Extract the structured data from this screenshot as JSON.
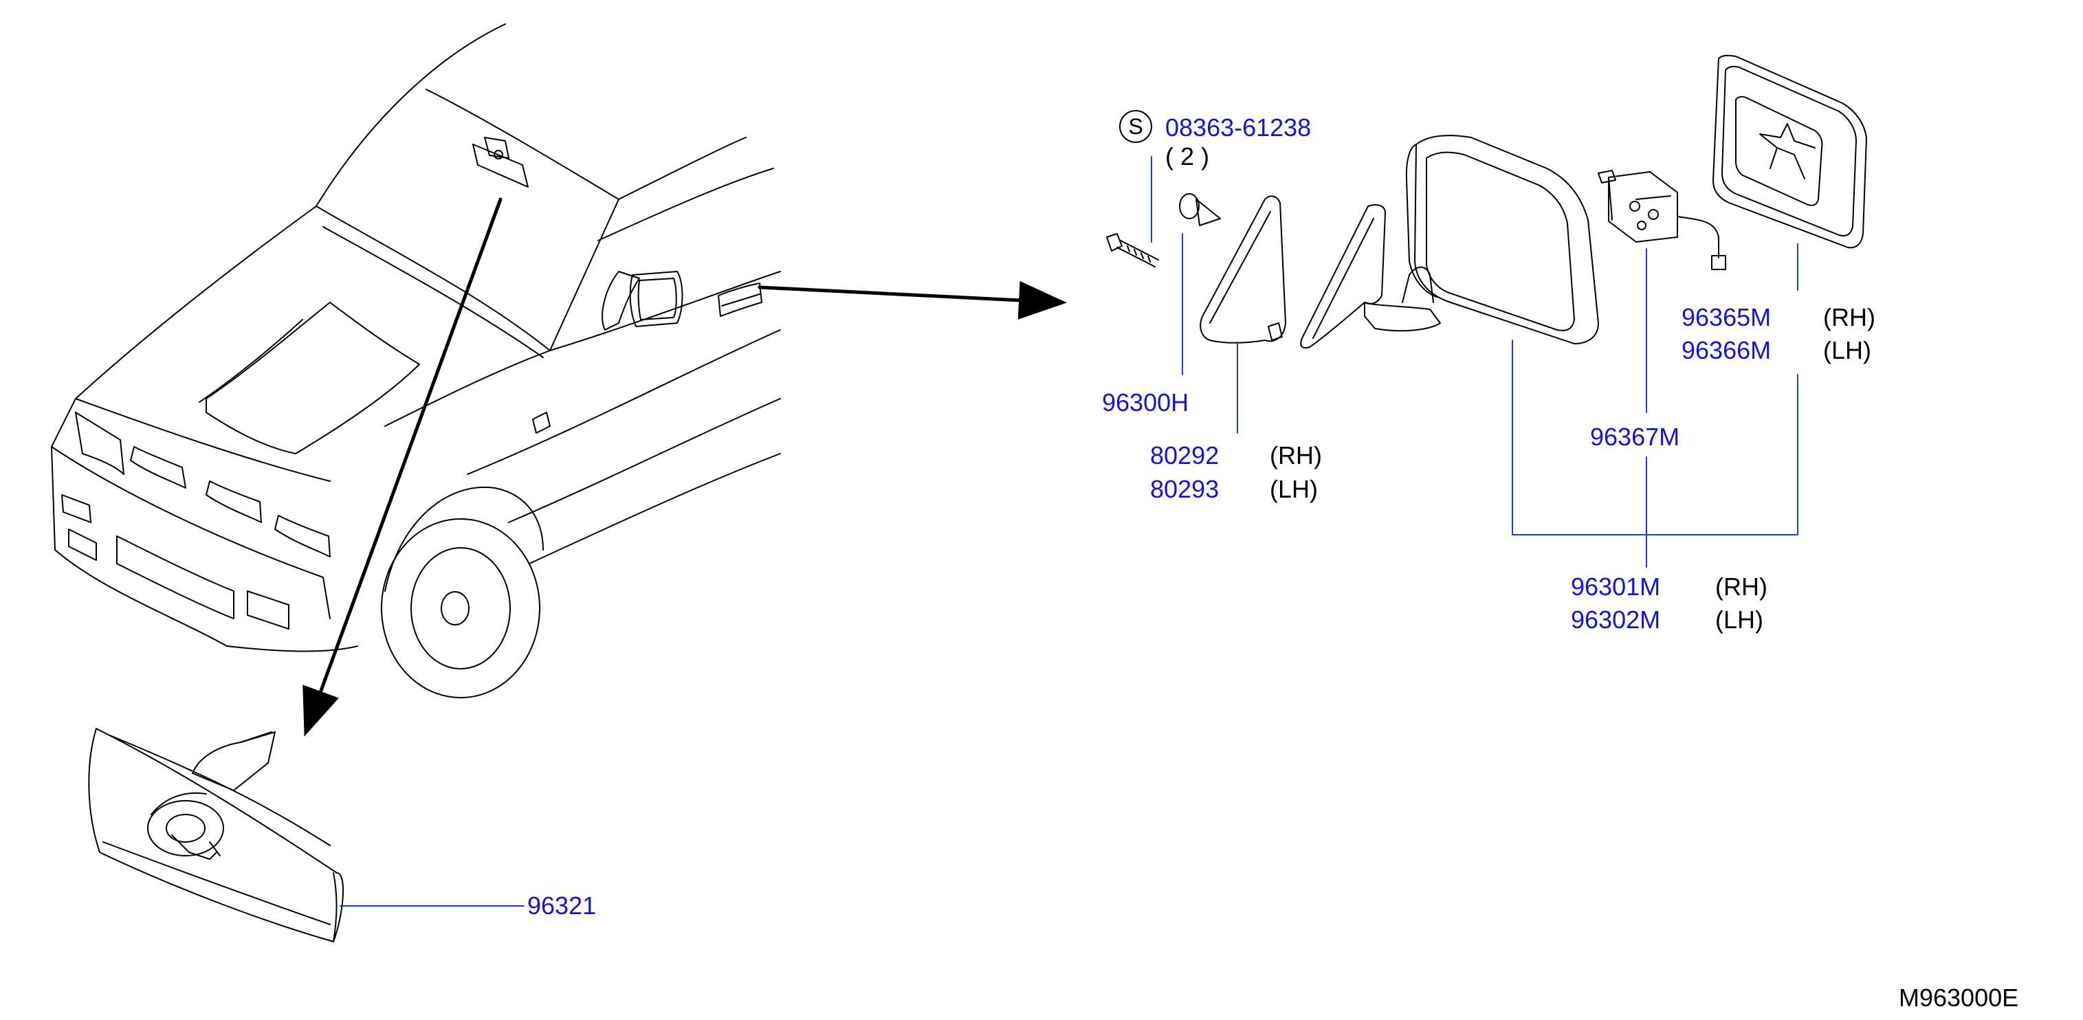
{
  "diagram_code": "M963000E",
  "colors": {
    "part_number": "#1414d4",
    "leader": "#1f3fd0",
    "line": "#000000"
  },
  "screw_callout": {
    "symbol": "S",
    "part_number": "08363-61238",
    "qty": "( 2 )"
  },
  "parts": [
    {
      "number": "96300H",
      "side": ""
    },
    {
      "number": "80292",
      "side": "(RH)"
    },
    {
      "number": "80293",
      "side": "(LH)"
    },
    {
      "number": "96365M",
      "side": "(RH)"
    },
    {
      "number": "96366M",
      "side": "(LH)"
    },
    {
      "number": "96367M",
      "side": ""
    },
    {
      "number": "96301M",
      "side": "(RH)"
    },
    {
      "number": "96302M",
      "side": "(LH)"
    },
    {
      "number": "96321",
      "side": ""
    }
  ]
}
